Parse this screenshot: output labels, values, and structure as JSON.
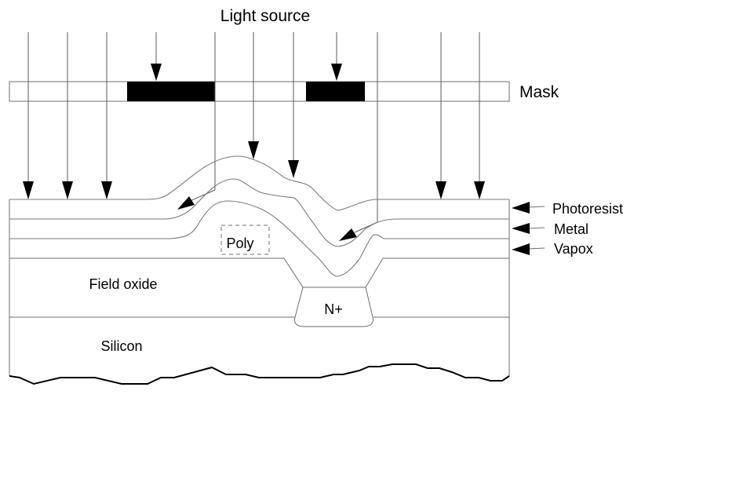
{
  "diagram": {
    "title": "Light source",
    "mask_label": "Mask",
    "layer_labels": [
      {
        "key": "photoresist",
        "text": "Photoresist"
      },
      {
        "key": "metal",
        "text": "Metal"
      },
      {
        "key": "vapox",
        "text": "Vapox"
      }
    ],
    "region_labels": {
      "poly": "Poly",
      "field_oxide": "Field oxide",
      "n_plus": "N+",
      "silicon": "Silicon"
    },
    "colors": {
      "ink": "#000000",
      "line": "#6e6e6e",
      "background": "#ffffff"
    }
  }
}
